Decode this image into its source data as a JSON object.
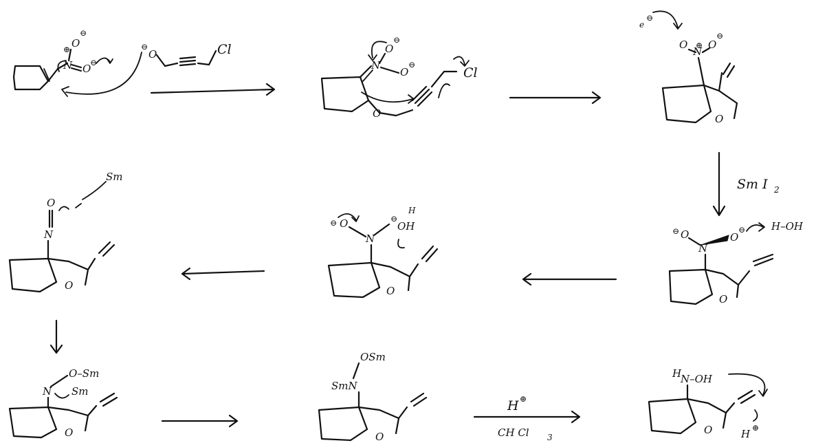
{
  "diagram": {
    "labels": {
      "o_minus": "O",
      "o_neutral": "O",
      "n": "N",
      "cl": "Cl",
      "e_minus": "e",
      "sm": "Sm",
      "osm": "OSm",
      "smn": "SmN",
      "oh": "OH",
      "h": "H",
      "h_oh": "H–OH",
      "hn": "H",
      "n_oh": "N–OH",
      "minus": "⊖",
      "plus": "⊕",
      "o_sm": "O–Sm",
      "sm_dot": "Sm"
    },
    "reagents": {
      "smi2": "Sm I",
      "smi2_sub": "2",
      "h_plus": "H",
      "solvent": "CH Cl",
      "solvent_sub": "3"
    }
  }
}
